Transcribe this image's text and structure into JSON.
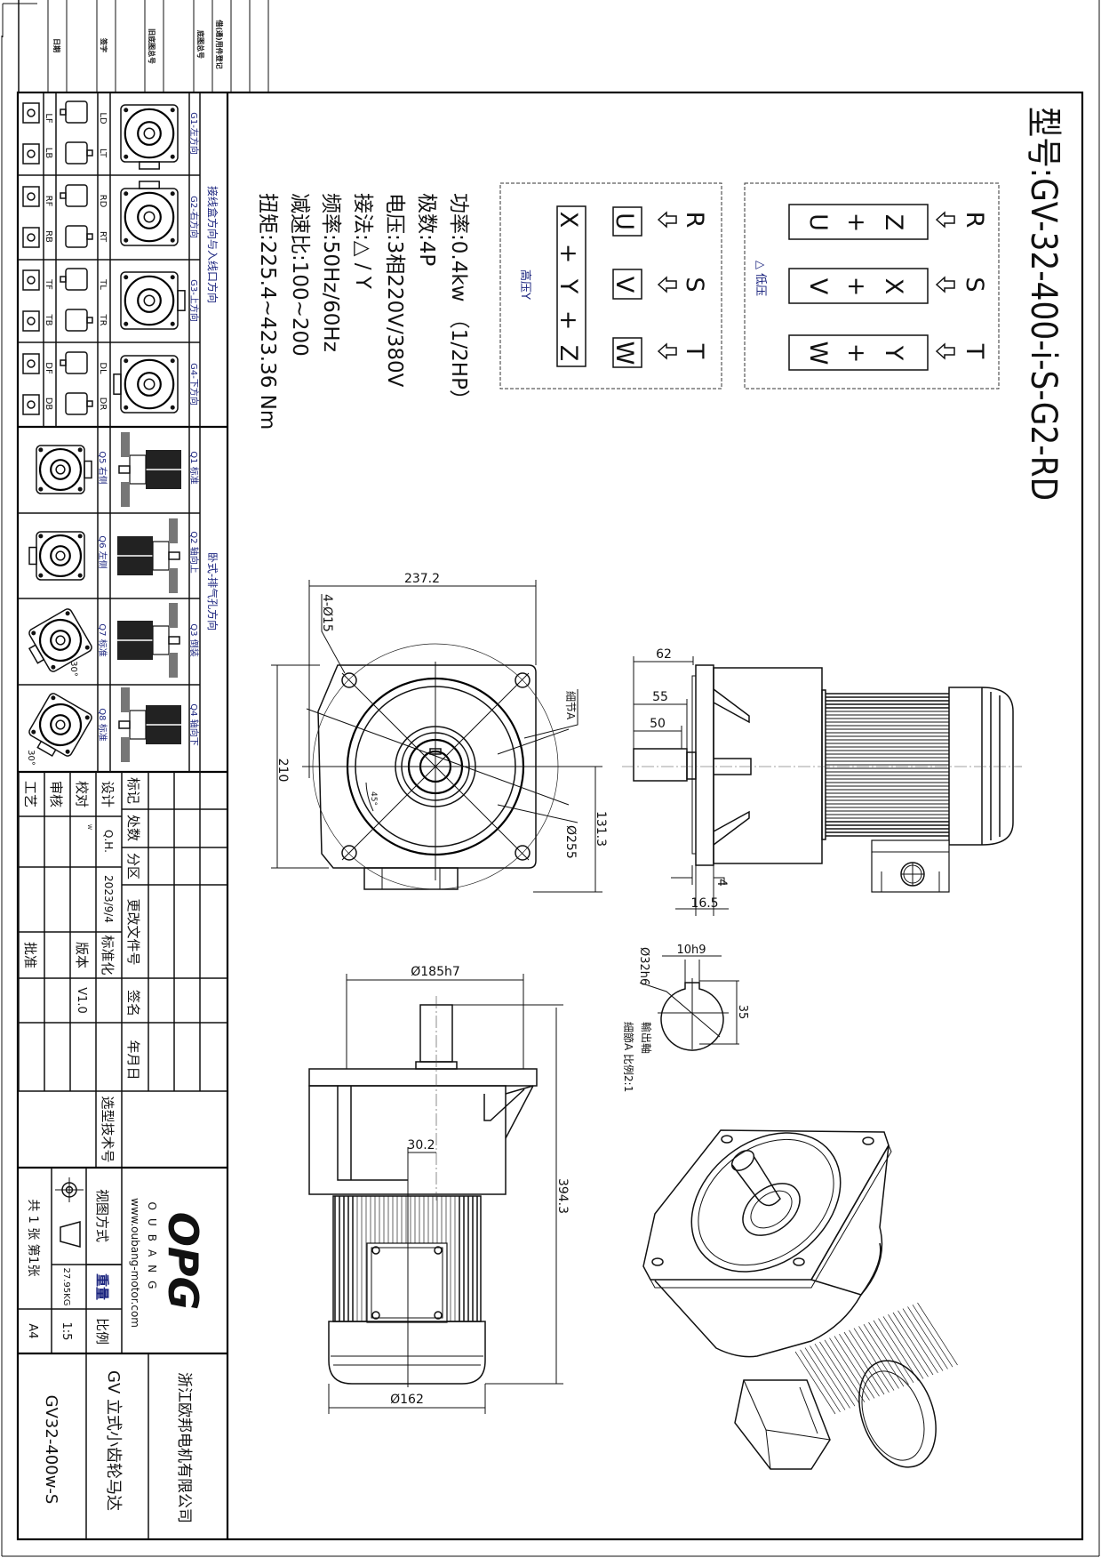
{
  "title_strip": {
    "labels": [
      "日期",
      "签字",
      "旧底图总号",
      "底图总号",
      "借(通)用件登记"
    ]
  },
  "model": "型号:GV-32-400-i-S-G2-RD",
  "specs": [
    "功率:0.4kw （1/2HP）",
    "极数:4P",
    "电压:3相220V/380V",
    "接法:△ / Y",
    "频率:50Hz/60Hz",
    "减速比:100~200",
    "扭矩:225.4~423.36 Nm"
  ],
  "wiring": {
    "low": {
      "label": "△ 低压",
      "terminals": [
        "R",
        "S",
        "T"
      ],
      "rows": [
        [
          "U",
          "+",
          "Z"
        ],
        [
          "V",
          "+",
          "X"
        ],
        [
          "W",
          "+",
          "Y"
        ]
      ]
    },
    "high": {
      "label": "高压Y",
      "terminals": [
        "R",
        "S",
        "T"
      ],
      "boxes": [
        "U",
        "V",
        "W"
      ],
      "star": [
        "X",
        "+",
        "Y",
        "+",
        "Z"
      ]
    }
  },
  "orientation": {
    "junction_title": "接线盒方向与入线口方向",
    "g_rows": [
      {
        "label": "G1-左方向",
        "codes": [
          "LF",
          "LB",
          "LD",
          "LT"
        ]
      },
      {
        "label": "G2-右方向",
        "codes": [
          "RF",
          "RB",
          "RD",
          "RT"
        ]
      },
      {
        "label": "G3-上方向",
        "codes": [
          "TF",
          "TB",
          "TL",
          "TR"
        ]
      },
      {
        "label": "G4-下方向",
        "codes": [
          "DF",
          "DB",
          "DL",
          "DR"
        ]
      }
    ],
    "mount_title": "卧式-排气孔方向",
    "q_rows": [
      {
        "label": "Q1 标准",
        "sub": "Q5 右侧"
      },
      {
        "label": "Q2 轴向上",
        "sub": "Q6 左侧"
      },
      {
        "label": "Q3 倒装",
        "sub": "Q7 标准"
      },
      {
        "label": "Q4 轴向下",
        "sub": "Q8 标准"
      }
    ],
    "angle": "30°"
  },
  "dims": {
    "front_width": "237.2",
    "front_height": "210",
    "holes": "4-Ø15",
    "pcd": "Ø255",
    "detail_ref": "細节A",
    "center_height": "131.3",
    "angle": "45°",
    "shaft_62": "62",
    "shaft_55": "55",
    "shaft_50": "50",
    "flange_4": "4",
    "flange_16_5": "16.5",
    "spigot": "Ø185h7",
    "offset": "30.2",
    "total_length": "394.3",
    "motor_dia": "Ø162",
    "shaft_dia": "Ø32h6",
    "key_width": "10h9",
    "key_height": "35",
    "detail_title": "輸出軸",
    "detail_scale": "細節A 比例2:1"
  },
  "title_block": {
    "mark": "标记",
    "count": "处数",
    "zone": "分区",
    "change_doc": "更改文件号",
    "sign": "签名",
    "date": "年月日",
    "design": "设计",
    "designer": "Q.H.",
    "design_date": "2023/9/4",
    "standard": "标准化",
    "check": "校对",
    "checker_mark": "W",
    "version_label": "版本",
    "version": "V1.0",
    "review": "审核",
    "process": "工艺",
    "approve": "批准",
    "selection_no": "选型技术号",
    "view_method": "视图方式",
    "weight_label": "重量",
    "weight": "27.95KG",
    "scale_label": "比例",
    "scale": "1:5",
    "sheets": "共 1 张 第1张",
    "paper": "A4",
    "logo": "OPG",
    "brand": "OUBANG",
    "website": "www.oubang-motor.com",
    "company": "浙江欧邦电机有限公司",
    "product": "GV 立式小齿轮马达",
    "drawing_no": "GV32-400w-S"
  }
}
